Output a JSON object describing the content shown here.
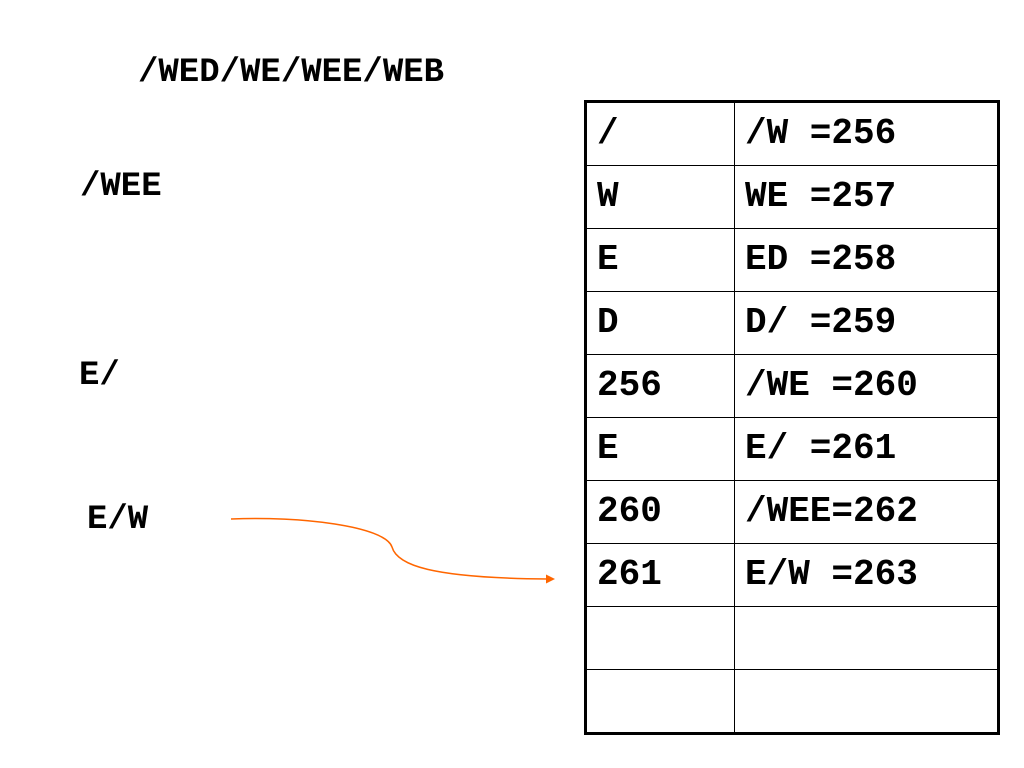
{
  "input_string": "/WED/WE/WEE/WEB",
  "steps": [
    "/WEE",
    "E/",
    "E/W"
  ],
  "table": {
    "rows": [
      {
        "output": "/",
        "entry": "/W =256"
      },
      {
        "output": "W",
        "entry": "WE =257"
      },
      {
        "output": "E",
        "entry": "ED =258"
      },
      {
        "output": "D",
        "entry": "D/ =259"
      },
      {
        "output": "256",
        "entry": "/WE =260"
      },
      {
        "output": "E",
        "entry": "E/ =261"
      },
      {
        "output": "260",
        "entry": "/WEE=262"
      },
      {
        "output": "261",
        "entry": "E/W =263"
      },
      {
        "output": "",
        "entry": ""
      },
      {
        "output": "",
        "entry": ""
      }
    ]
  },
  "arrow_color": "#ff6600"
}
